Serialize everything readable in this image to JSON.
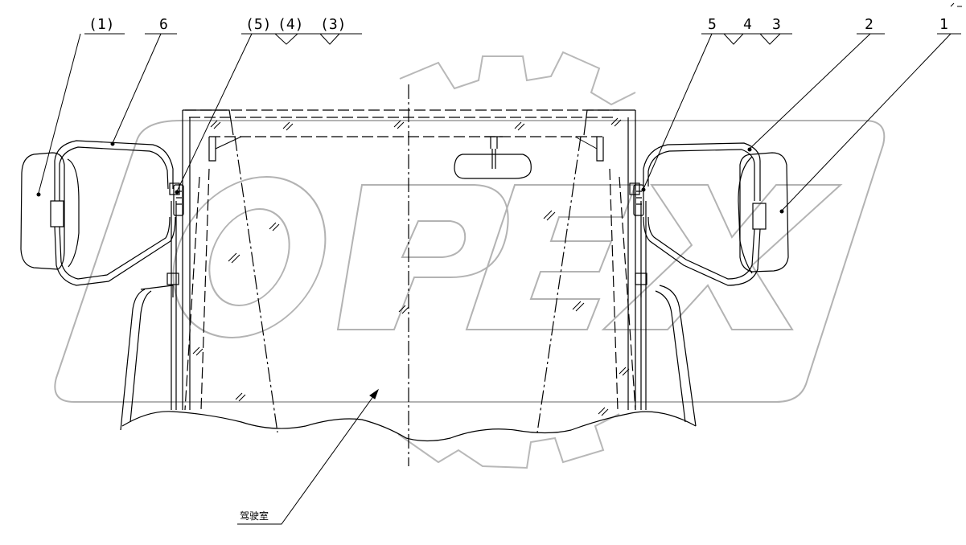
{
  "callouts": {
    "c1_paren": "(1)",
    "c6": "6",
    "c5_paren": "(5)",
    "c4_paren": "(4)",
    "c3_paren": "(3)",
    "c5": "5",
    "c4": "4",
    "c3": "3",
    "c2": "2",
    "c1": "1"
  },
  "cab_label": "驾驶室",
  "watermark": {
    "brand": "OPEX",
    "color": "#b3b3b3"
  }
}
